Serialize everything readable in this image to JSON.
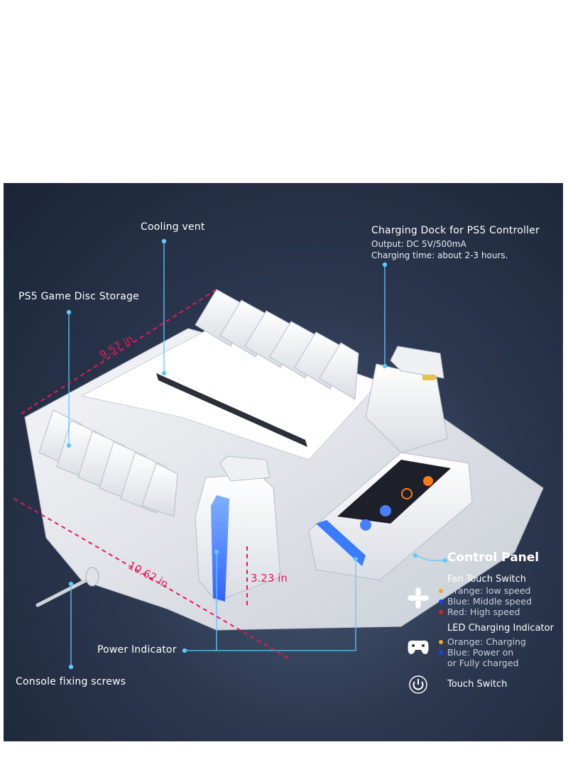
{
  "labels": {
    "cooling_vent": "Cooling vent",
    "disc_storage": "PS5 Game Disc Storage",
    "charging_dock": {
      "title": "Charging Dock for PS5 Controller",
      "output": "Output: DC 5V/500mA",
      "time": "Charging time: about 2-3 hours."
    },
    "control_panel": "Control Panel",
    "power_indicator": "Power Indicator",
    "console_screws": "Console fixing screws"
  },
  "dimensions": {
    "depth": "9.57 in",
    "width": "10.62 in",
    "height": "3.23 in"
  },
  "legend": {
    "fan": {
      "title": "Fan Touch Switch",
      "items": [
        {
          "text": "Orange: low speed",
          "color": "#f5a623"
        },
        {
          "text": "Blue: Middle speed",
          "color": "#1e3cff"
        },
        {
          "text": "Red: High speed",
          "color": "#e02020"
        }
      ]
    },
    "led": {
      "title": "LED Charging Indicator",
      "items": [
        {
          "text": "Orange: Charging",
          "color": "#f5a623"
        },
        {
          "text": "Blue: Power on",
          "color": "#1e3cff"
        },
        {
          "text": "or Fully charged",
          "color": ""
        }
      ]
    },
    "touch": {
      "title": "Touch Switch"
    }
  },
  "colors": {
    "accent_dimension": "#e8195a",
    "callout_line": "#5ec8ff",
    "led_blue": "#3a7bff",
    "led_orange": "#ff7a1a"
  }
}
